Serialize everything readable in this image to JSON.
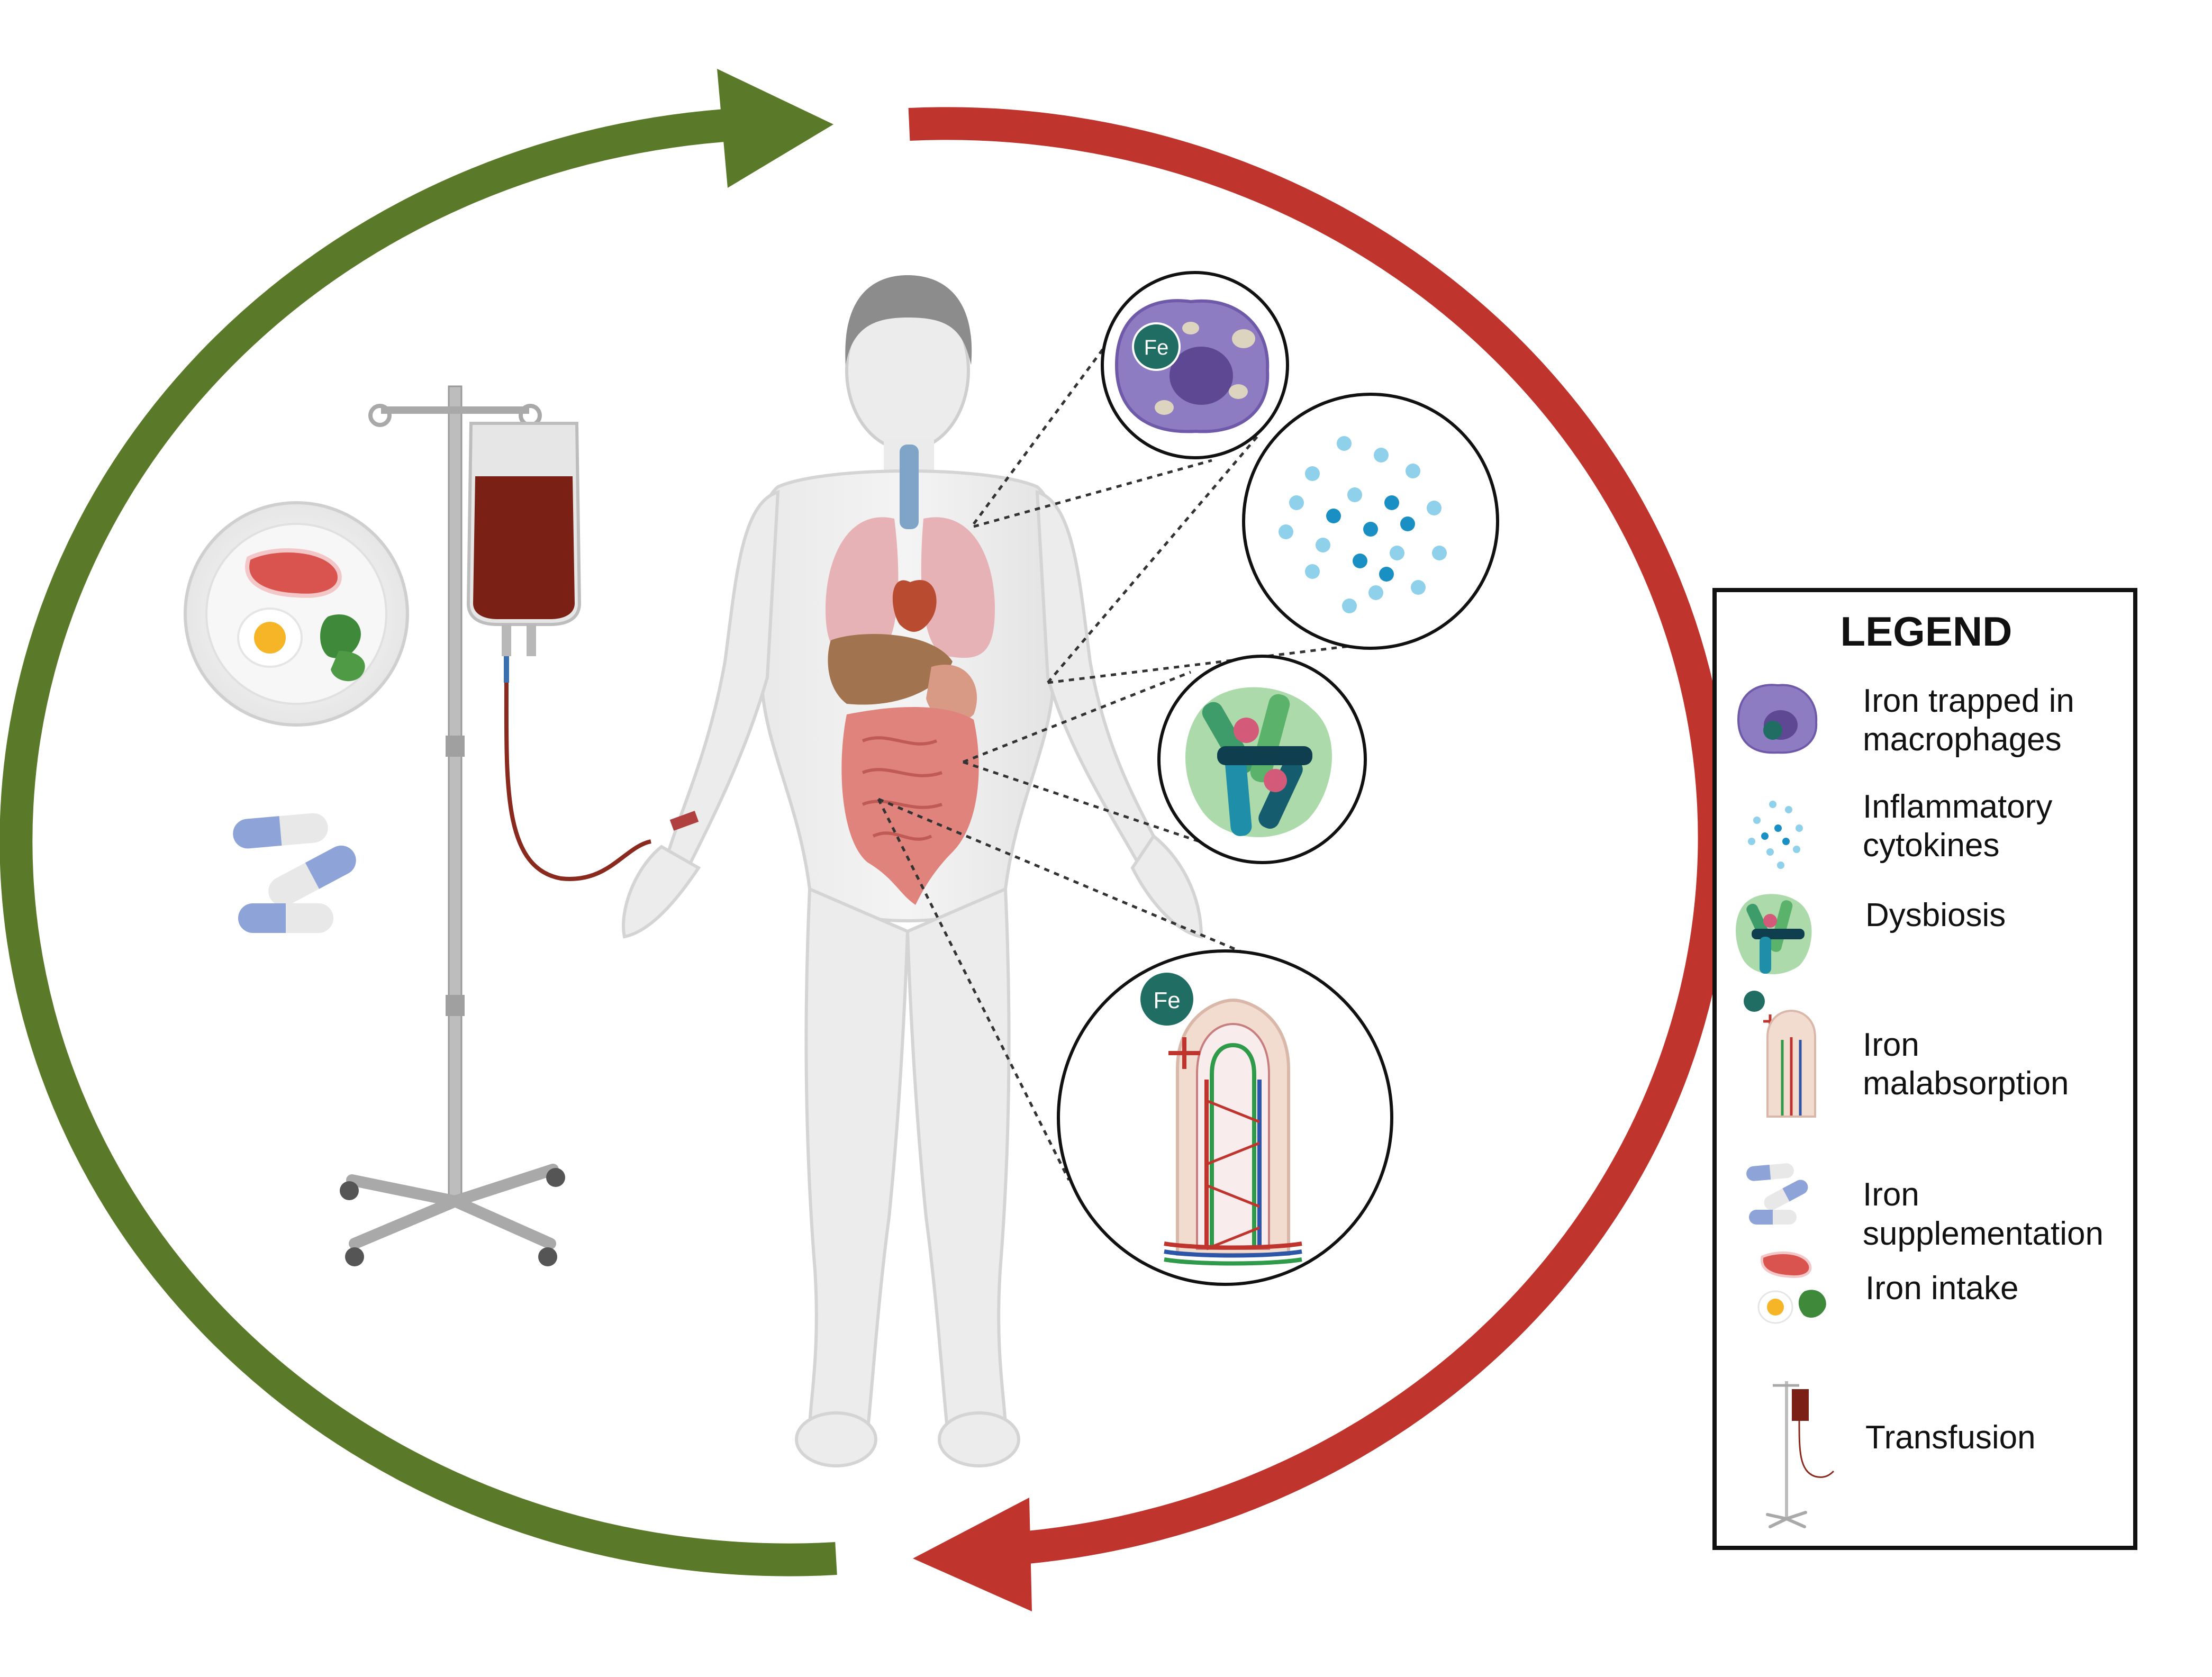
{
  "figure": {
    "colors": {
      "green_arrow": "#5a7a2a",
      "red_arrow": "#c0342e",
      "macrophage": "#8e7cc3",
      "cytokine_light": "#8fd0ea",
      "cytokine_dark": "#1a8fc4",
      "dysbiosis_bg": "#9ed39c",
      "blood": "#7a2015",
      "fe_badge": "#1f6d63"
    },
    "fe_label": "Fe",
    "icons": {
      "macrophage": "macrophage-icon",
      "cytokines": "cytokines-icon",
      "dysbiosis": "bacteria-icon",
      "villus": "intestinal-villus-icon",
      "pills": "pill-capsule-icon",
      "food": "food-plate-icon",
      "iv": "iv-drip-stand-icon",
      "body": "human-body-icon"
    }
  },
  "legend": {
    "title": "LEGEND",
    "items": [
      {
        "label_lines": [
          "Iron trapped in",
          "macrophages"
        ],
        "icon": "macrophage-icon"
      },
      {
        "label_lines": [
          "Inflammatory",
          "cytokines"
        ],
        "icon": "cytokines-icon"
      },
      {
        "label_lines": [
          "Dysbiosis"
        ],
        "icon": "bacteria-icon"
      },
      {
        "label_lines": [
          "Iron",
          "malabsorption"
        ],
        "icon": "intestinal-villus-icon"
      },
      {
        "label_lines": [
          "Iron",
          "supplementation"
        ],
        "icon": "pill-capsule-icon"
      },
      {
        "label_lines": [
          "Iron intake"
        ],
        "icon": "food-plate-icon"
      },
      {
        "label_lines": [
          "Transfusion"
        ],
        "icon": "iv-drip-stand-icon"
      }
    ]
  }
}
